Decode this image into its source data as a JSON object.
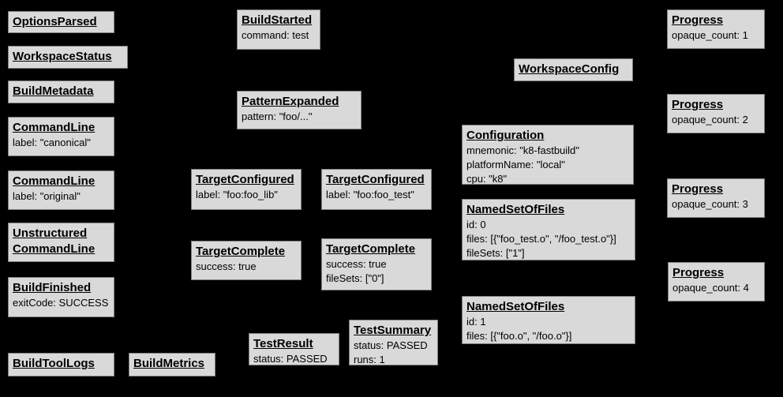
{
  "diagram": {
    "background_color": "#000000",
    "node_fill_color": "#d9d9d9",
    "node_border_color": "#7f7f7f",
    "node_text_color": "#000000"
  },
  "nodes": {
    "options_parsed": {
      "title": "OptionsParsed"
    },
    "workspace_status": {
      "title": "WorkspaceStatus"
    },
    "build_metadata": {
      "title": "BuildMetadata"
    },
    "command_line_canonical": {
      "title": "CommandLine",
      "props": [
        "label: \"canonical\""
      ]
    },
    "command_line_original": {
      "title": "CommandLine",
      "props": [
        "label: \"original\""
      ]
    },
    "unstructured_command_line": {
      "title": "Unstructured CommandLine"
    },
    "build_finished": {
      "title": "BuildFinished",
      "props": [
        "exitCode: SUCCESS"
      ]
    },
    "build_tool_logs": {
      "title": "BuildToolLogs"
    },
    "build_metrics": {
      "title": "BuildMetrics"
    },
    "build_started": {
      "title": "BuildStarted",
      "props": [
        "command: test"
      ]
    },
    "pattern_expanded": {
      "title": "PatternExpanded",
      "props": [
        "pattern: \"foo/...\""
      ]
    },
    "target_configured_lib": {
      "title": "TargetConfigured",
      "props": [
        "label: \"foo:foo_lib\""
      ]
    },
    "target_configured_test": {
      "title": "TargetConfigured",
      "props": [
        "label: \"foo:foo_test\""
      ]
    },
    "target_complete_lib": {
      "title": "TargetComplete",
      "props": [
        "success: true"
      ]
    },
    "target_complete_test": {
      "title": "TargetComplete",
      "props": [
        "success: true",
        "fileSets: [\"0\"]"
      ]
    },
    "test_result": {
      "title": "TestResult",
      "props": [
        "status: PASSED"
      ]
    },
    "test_summary": {
      "title": "TestSummary",
      "props": [
        "status: PASSED",
        "runs: 1"
      ]
    },
    "workspace_config": {
      "title": "WorkspaceConfig"
    },
    "configuration": {
      "title": "Configuration",
      "props": [
        "mnemonic: \"k8-fastbuild\"",
        "platformName: \"local\"",
        "cpu: \"k8\""
      ]
    },
    "named_set_of_files_0": {
      "title": "NamedSetOfFiles",
      "props": [
        "id: 0",
        "files: [{\"foo_test.o\", \"/foo_test.o\"}]",
        "fileSets: [\"1\"]"
      ]
    },
    "named_set_of_files_1": {
      "title": "NamedSetOfFiles",
      "props": [
        "id: 1",
        "files: [{\"foo.o\", \"/foo.o\"}]"
      ]
    },
    "progress_1": {
      "title": "Progress",
      "props": [
        "opaque_count: 1"
      ]
    },
    "progress_2": {
      "title": "Progress",
      "props": [
        "opaque_count: 2"
      ]
    },
    "progress_3": {
      "title": "Progress",
      "props": [
        "opaque_count: 3"
      ]
    },
    "progress_4": {
      "title": "Progress",
      "props": [
        "opaque_count: 4"
      ]
    }
  }
}
